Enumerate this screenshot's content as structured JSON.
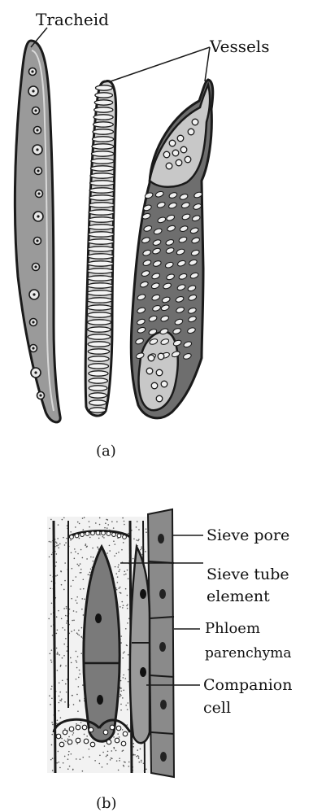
{
  "figure_a": {
    "panel_label": "(a)",
    "labels": {
      "tracheid": "Tracheid",
      "vessels": "Vessels"
    }
  },
  "figure_b": {
    "panel_label": "(b)",
    "labels": {
      "sieve_pore": "Sieve pore",
      "sieve_tube_line1": "Sieve tube",
      "sieve_tube_line2": "element",
      "phloem_line1": "Phloem",
      "phloem_line2": "parenchyma",
      "companion_line1": "Companion",
      "companion_line2": "cell"
    }
  },
  "colors": {
    "outline": "#1a1a1a",
    "cell_fill": "#9a9a9a",
    "dark_fill": "#6e6e6e",
    "light_fill": "#c8c8c8",
    "pale": "#e6e6e6"
  }
}
